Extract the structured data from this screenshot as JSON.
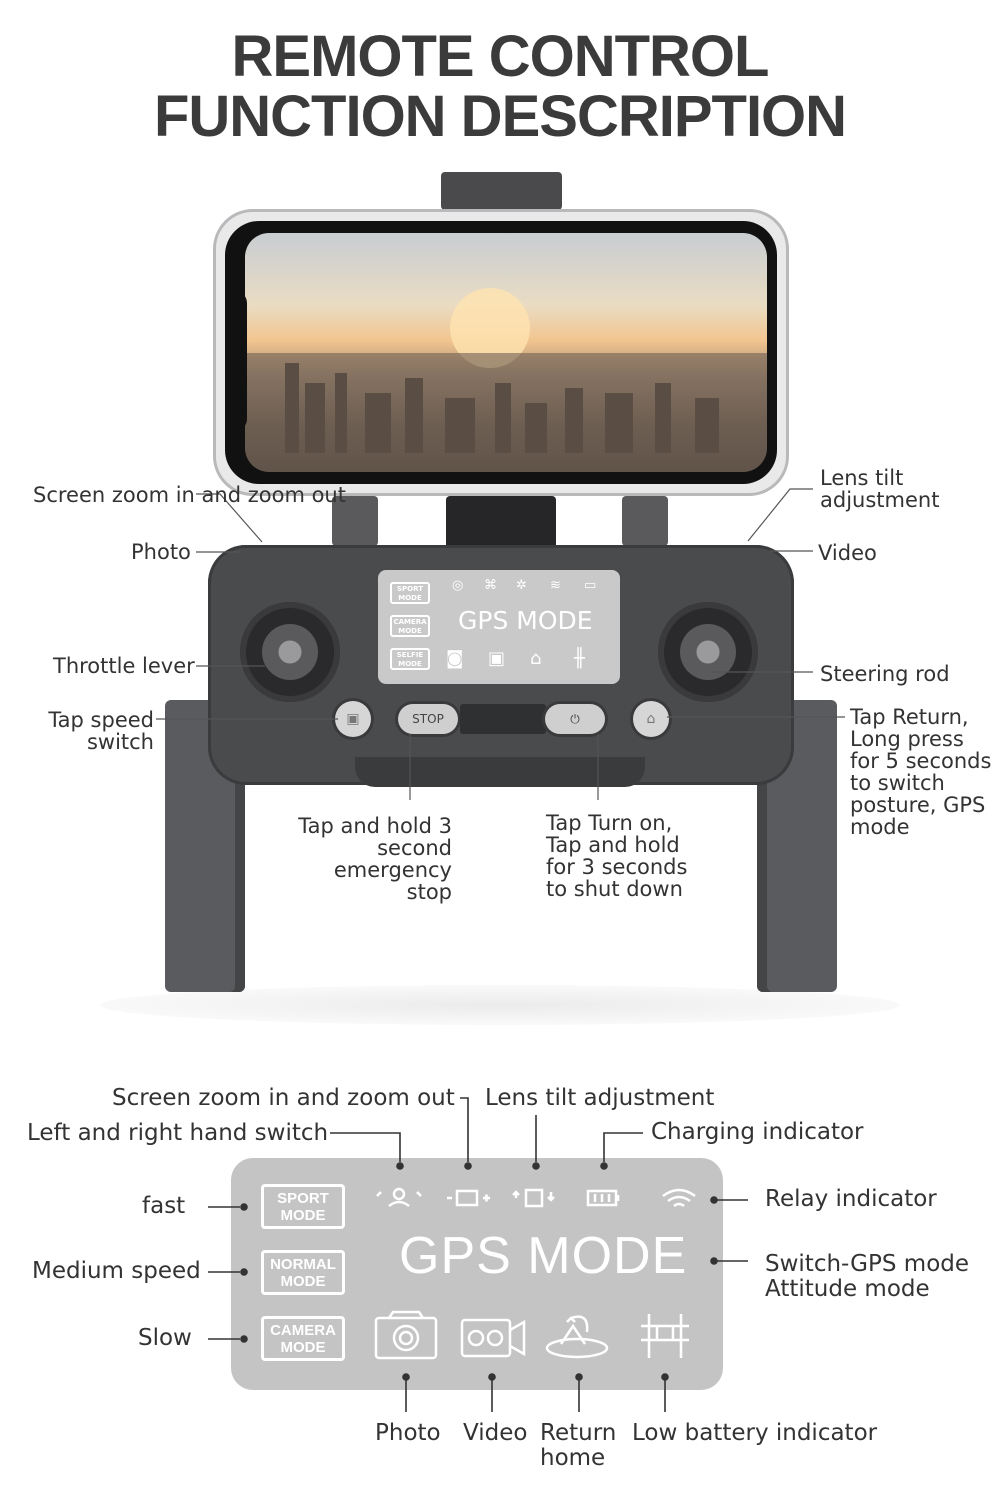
{
  "title": {
    "line1": "REMOTE CONTROL",
    "line2": "FUNCTION DESCRIPTION"
  },
  "remote_labels": {
    "screen_zoom": "Screen zoom in and zoom out",
    "photo": "Photo",
    "throttle": "Throttle lever",
    "tap_speed": "Tap speed switch",
    "lens_tilt": "Lens tilt adjustment",
    "video": "Video",
    "steering": "Steering rod",
    "tap_return": "Tap Return, Long press for 5 seconds to switch posture, GPS mode",
    "emergency": "Tap and hold 3 second emergency stop",
    "power": "Tap Turn on, Tap and hold for 3 seconds to shut down"
  },
  "remote_lcd": {
    "modes": [
      "SPORT MODE",
      "CAMERA MODE",
      "SELFIE MODE"
    ],
    "gps_text": "GPS MODE",
    "stop_label": "STOP"
  },
  "panel_labels": {
    "screen_zoom": "Screen zoom in and zoom out",
    "lens_tilt": "Lens tilt adjustment",
    "hand_switch": "Left and right hand switch",
    "charging": "Charging indicator",
    "fast": "fast",
    "relay": "Relay indicator",
    "medium": "Medium speed",
    "gps_switch": "Switch-GPS mode Attitude mode",
    "slow": "Slow",
    "photo": "Photo",
    "video": "Video",
    "return_home": "Return home",
    "low_battery": "Low battery indicator"
  },
  "panel": {
    "modes": [
      "SPORT MODE",
      "NORMAL MODE",
      "CAMERA MODE"
    ],
    "gps_text": "GPS MODE"
  },
  "icons": [
    "hand-switch-icon",
    "zoom-icon",
    "lens-tilt-icon",
    "battery-icon",
    "wifi-icon",
    "camera-icon",
    "video-icon",
    "return-home-icon",
    "low-battery-icon"
  ]
}
